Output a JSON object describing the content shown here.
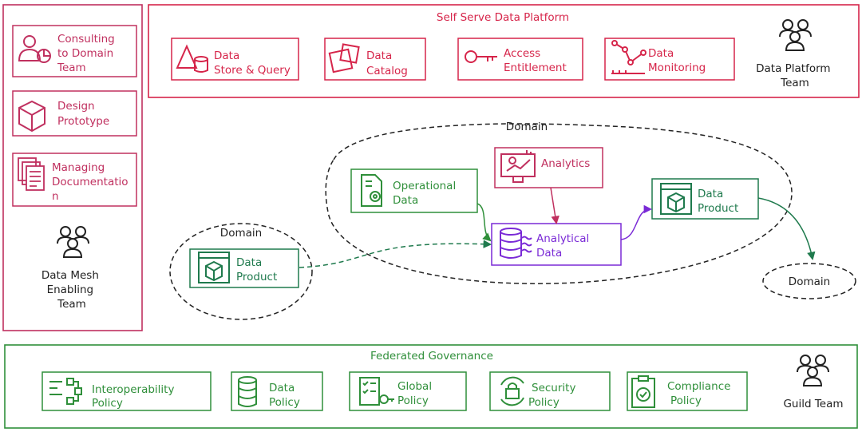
{
  "colors": {
    "red": "#d6254a",
    "magenta": "#c0305f",
    "green": "#2f8f3a",
    "teal": "#1f7a4d",
    "purple": "#7a2ad6",
    "ink": "#222222",
    "paper": "#ffffff"
  },
  "platform": {
    "title": "Self Serve Data Platform",
    "team": [
      "Data Platform",
      "Team"
    ],
    "items": [
      {
        "icon": "shapes-cylinder-icon",
        "lines": [
          "Data",
          "Store & Query"
        ]
      },
      {
        "icon": "catalog-icon",
        "lines": [
          "Data",
          "Catalog"
        ]
      },
      {
        "icon": "key-icon",
        "lines": [
          "Access",
          "Entitlement"
        ]
      },
      {
        "icon": "line-chart-icon",
        "lines": [
          "Data",
          "Monitoring"
        ]
      }
    ]
  },
  "enabling": {
    "team": [
      "Data Mesh",
      "Enabling",
      "Team"
    ],
    "items": [
      {
        "icon": "consulting-icon",
        "lines": [
          "Consulting",
          "to Domain",
          "Team"
        ]
      },
      {
        "icon": "cube-icon",
        "lines": [
          "Design",
          "Prototype"
        ]
      },
      {
        "icon": "documents-icon",
        "lines": [
          "Managing",
          "Documentatio",
          "n"
        ]
      }
    ]
  },
  "domain_main": {
    "label": "Domain",
    "operational": [
      "Operational",
      "Data"
    ],
    "analytics": [
      "Analytics"
    ],
    "analytical": [
      "Analytical",
      "Data"
    ],
    "product": [
      "Data",
      "Product"
    ]
  },
  "domain_left": {
    "label": "Domain",
    "product": [
      "Data",
      "Product"
    ]
  },
  "domain_right": {
    "label": "Domain"
  },
  "governance": {
    "title": "Federated Governance",
    "team": [
      "Guild Team"
    ],
    "items": [
      {
        "icon": "flow-icon",
        "lines": [
          "Interoperability",
          "Policy"
        ]
      },
      {
        "icon": "database-icon",
        "lines": [
          "Data",
          "Policy"
        ]
      },
      {
        "icon": "checklist-key-icon",
        "lines": [
          "Global",
          "Policy"
        ]
      },
      {
        "icon": "lock-cycle-icon",
        "lines": [
          "Security",
          "Policy"
        ]
      },
      {
        "icon": "clipboard-check-icon",
        "lines": [
          "Compliance",
          "Policy"
        ]
      }
    ]
  }
}
